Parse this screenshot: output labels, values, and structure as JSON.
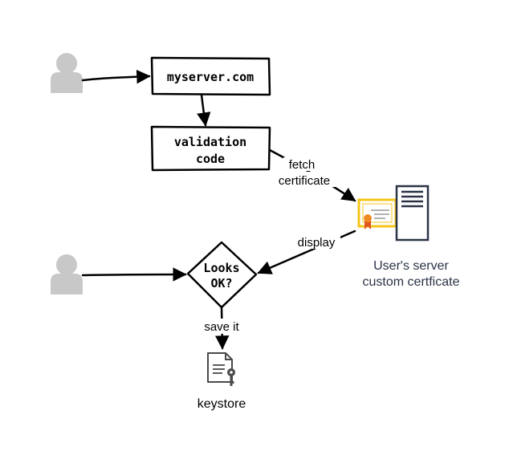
{
  "nodes": {
    "server_name": "myserver.com",
    "validation_line1": "validation",
    "validation_line2": "code",
    "decision_line1": "Looks",
    "decision_line2": "OK?",
    "server_caption_line1": "User's server",
    "server_caption_line2": "custom certficate",
    "keystore_caption": "keystore"
  },
  "edges": {
    "fetch_line1": "fetch",
    "fetch_line2": "certificate",
    "display": "display",
    "save": "save it"
  },
  "icons": {
    "user_top": "user-icon",
    "user_bottom": "user-icon",
    "certificate": "certificate-icon",
    "server": "server-icon",
    "keystore": "key-document-icon"
  },
  "colors": {
    "stroke": "#000000",
    "user_gray": "#c8c8c8",
    "cert_gold": "#f5c518",
    "ribbon_orange": "#f08a24",
    "server_dark": "#2a3346",
    "caption_text": "#2a3346"
  }
}
